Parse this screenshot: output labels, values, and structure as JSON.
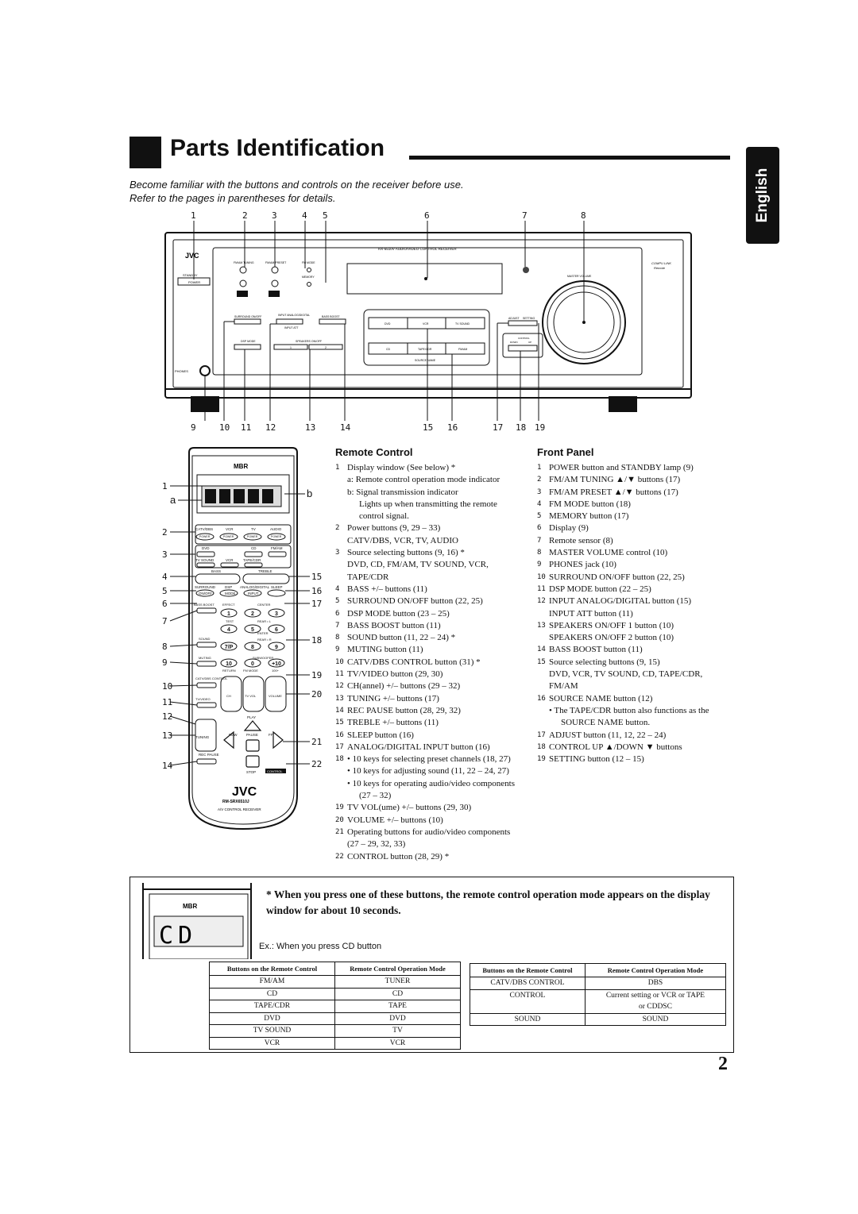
{
  "header": {
    "title": "Parts Identification",
    "intro_line1": "Become familiar with the buttons and controls on the receiver before use.",
    "intro_line2": "Refer to the pages in parentheses for details.",
    "language_tab": "English"
  },
  "front_panel_figure": {
    "top_callouts": [
      "1",
      "2",
      "3",
      "4",
      "5",
      "6",
      "7",
      "8"
    ],
    "bottom_callouts": [
      "9",
      "10",
      "11",
      "12",
      "13",
      "14",
      "15",
      "16",
      "17",
      "18",
      "19"
    ],
    "brand": "JVC",
    "model": "RX-6510V  AUDIO/VIDEO CONTROL RECEIVER",
    "standby": "STANDBY",
    "power": "POWER",
    "phones": "PHONES",
    "fm_am_tuning": "FM/AM TUNING",
    "fm_am_preset": "FM/AM PRESET",
    "fm_mode": "FM MODE",
    "memory": "MEMORY",
    "surround_onoff": "SURROUND ON/OFF",
    "input_analog_digital": "INPUT ANALOG/DIGITAL",
    "input_att": "INPUT ATT",
    "bass_boost": "BASS BOOST",
    "dsp_mode": "DSP MODE",
    "speakers_onoff": "SPEAKERS ON/OFF",
    "spk1": "1",
    "spk2": "2",
    "src_dvd": "DVD",
    "src_vcr": "VCR",
    "src_tvsound": "TV SOUND",
    "src_cd": "CD",
    "src_tapecdr": "TAPE/CDR",
    "src_fmam": "FM/AM",
    "source_name": "SOURCE NAME",
    "adjust": "ADJUST",
    "setting": "SETTING",
    "control": "CONTROL",
    "down": "DOWN",
    "up": "UP",
    "master_volume": "MASTER VOLUME",
    "compu_link": "COMPU LINK",
    "remote": "Remote"
  },
  "remote_figure": {
    "left_callouts": [
      "1",
      "a",
      "2",
      "3",
      "4",
      "5",
      "6",
      "7",
      "8",
      "9",
      "10",
      "11",
      "12",
      "13",
      "14"
    ],
    "right_callouts": [
      "b",
      "15",
      "16",
      "17",
      "18",
      "19",
      "20",
      "21",
      "22"
    ],
    "brand": "JVC",
    "model": "RM-SRX6510J",
    "subtitle": "A/V CONTROL RECEIVER",
    "top_logo": "MBR",
    "row_power_labels": [
      "CATV/DBS",
      "VCR",
      "TV",
      "AUDIO"
    ],
    "power": "POWER",
    "row_src1": [
      "DVD",
      "CD",
      "FM/AM"
    ],
    "row_src2": [
      "TV SOUND",
      "VCR",
      "TAPE/CDR"
    ],
    "bass": "BASS",
    "treble": "TREBLE",
    "row_mode": [
      "SURROUND",
      "DSP",
      "ANALOG/DIGITAL",
      "SLEEP"
    ],
    "row_mode2": [
      "ON/OFF",
      "MODE",
      "INPUT"
    ],
    "bass_boost": "BASS BOOST",
    "effect": "EFFECT",
    "center": "CENTER",
    "test": "TEST",
    "rear_l": "REAR • L",
    "rear_r": "REAR • R",
    "enter": "ENTER",
    "sound": "SOUND",
    "subwoofer": "SUBWOOFER",
    "muting": "MUTING",
    "return": "RETURN",
    "fm_mode": "FM MODE",
    "p100": "100+",
    "catv_dbs_control": "CATV/DBS CONTROL",
    "tv_video": "TV/VIDEO",
    "ch": "CH",
    "tv_vol": "TV VOL",
    "volume": "VOLUME",
    "play": "PLAY",
    "tuning": "TUNING",
    "rew": "REW",
    "pause": "PAUSE",
    "ff": "FF/",
    "rec_pause": "REC PAUSE",
    "stop": "STOP",
    "control_btn": "CONTROL",
    "k1": "1",
    "k2": "2",
    "k3": "3",
    "k4": "4",
    "k5": "5",
    "k6": "6",
    "k7": "7/P",
    "k8": "8",
    "k9": "9",
    "k10": "10",
    "k0": "0",
    "k11": "+10"
  },
  "remote_control": {
    "heading": "Remote Control",
    "items": [
      {
        "n": "1",
        "t": "Display window (See below) *"
      },
      {
        "indent": "a: Remote control operation mode indicator"
      },
      {
        "indent": "b: Signal transmission indicator"
      },
      {
        "bul2": "Lights up when transmitting the remote"
      },
      {
        "bul2": "control signal."
      },
      {
        "n": "2",
        "t": "Power buttons (9, 29 – 33)"
      },
      {
        "indent": "CATV/DBS, VCR, TV, AUDIO"
      },
      {
        "n": "3",
        "t": "Source selecting buttons (9, 16) *"
      },
      {
        "indent": "DVD, CD, FM/AM, TV SOUND, VCR,"
      },
      {
        "indent": "TAPE/CDR"
      },
      {
        "n": "4",
        "t": "BASS +/– buttons (11)"
      },
      {
        "n": "5",
        "t": "SURROUND ON/OFF button (22, 25)"
      },
      {
        "n": "6",
        "t": "DSP MODE button (23 – 25)"
      },
      {
        "n": "7",
        "t": "BASS BOOST button (11)"
      },
      {
        "n": "8",
        "t": "SOUND button (11, 22 – 24) *"
      },
      {
        "n": "9",
        "t": "MUTING button (11)"
      },
      {
        "n": "10",
        "t": "CATV/DBS CONTROL button (31) *"
      },
      {
        "n": "11",
        "t": "TV/VIDEO button (29, 30)"
      },
      {
        "n": "12",
        "t": "CH(annel) +/– buttons (29 – 32)"
      },
      {
        "n": "13",
        "t": "TUNING +/– buttons (17)"
      },
      {
        "n": "14",
        "t": "REC PAUSE button (28, 29, 32)"
      },
      {
        "n": "15",
        "t": "TREBLE +/– buttons (11)"
      },
      {
        "n": "16",
        "t": "SLEEP button (16)"
      },
      {
        "n": "17",
        "t": "ANALOG/DIGITAL INPUT button (16)"
      },
      {
        "n": "18",
        "t": "•  10 keys for selecting preset channels (18, 27)"
      },
      {
        "bul": "•  10 keys for adjusting sound (11, 22 – 24, 27)"
      },
      {
        "bul": "•  10 keys for operating audio/video components"
      },
      {
        "bul2": "(27 – 32)"
      },
      {
        "n": "19",
        "t": "TV VOL(ume) +/– buttons (29, 30)"
      },
      {
        "n": "20",
        "t": "VOLUME +/– buttons (10)"
      },
      {
        "n": "21",
        "t": "Operating buttons for audio/video components"
      },
      {
        "indent": "(27 – 29, 32, 33)"
      },
      {
        "n": "22",
        "t": "CONTROL button (28, 29) *"
      }
    ]
  },
  "front_panel": {
    "heading": "Front Panel",
    "items": [
      {
        "n": "1",
        "t": "POWER button and STANDBY lamp (9)"
      },
      {
        "n": "2",
        "t": "FM/AM TUNING ▲/▼ buttons (17)"
      },
      {
        "n": "3",
        "t": "FM/AM PRESET ▲/▼ buttons (17)"
      },
      {
        "n": "4",
        "t": "FM MODE button (18)"
      },
      {
        "n": "5",
        "t": "MEMORY button (17)"
      },
      {
        "n": "6",
        "t": "Display (9)"
      },
      {
        "n": "7",
        "t": "Remote sensor (8)"
      },
      {
        "n": "8",
        "t": "MASTER VOLUME control (10)"
      },
      {
        "n": "9",
        "t": "PHONES jack (10)"
      },
      {
        "n": "10",
        "t": "SURROUND ON/OFF button (22, 25)"
      },
      {
        "n": "11",
        "t": "DSP MODE button (22 – 25)"
      },
      {
        "n": "12",
        "t": "INPUT ANALOG/DIGITAL button (15)"
      },
      {
        "indent": "INPUT ATT button (11)"
      },
      {
        "n": "13",
        "t": "SPEAKERS ON/OFF 1 button (10)"
      },
      {
        "indent": "SPEAKERS ON/OFF 2 button (10)"
      },
      {
        "n": "14",
        "t": "BASS BOOST button (11)"
      },
      {
        "n": "15",
        "t": "Source selecting buttons (9, 15)"
      },
      {
        "indent": "DVD, VCR, TV SOUND, CD, TAPE/CDR,"
      },
      {
        "indent": "FM/AM"
      },
      {
        "n": "16",
        "t": "SOURCE NAME button (12)"
      },
      {
        "bul": "•  The TAPE/CDR button also functions as the"
      },
      {
        "bul2": "SOURCE NAME button."
      },
      {
        "n": "17",
        "t": "ADJUST button (11, 12, 22 – 24)"
      },
      {
        "n": "18",
        "t": "CONTROL UP ▲/DOWN ▼ buttons"
      },
      {
        "n": "19",
        "t": "SETTING button (12 – 15)"
      }
    ]
  },
  "note": {
    "text": "*  When you press one of these buttons, the remote control operation mode appears on the display window for about 10 seconds.",
    "example": "Ex.: When you press CD button",
    "display_text": "CD"
  },
  "table_left": {
    "headers": [
      "Buttons on the Remote Control",
      "Remote Control Operation Mode"
    ],
    "rows": [
      [
        "FM/AM",
        "TUNER"
      ],
      [
        "CD",
        "CD"
      ],
      [
        "TAPE/CDR",
        "TAPE"
      ],
      [
        "DVD",
        "DVD"
      ],
      [
        "TV SOUND",
        "TV"
      ],
      [
        "VCR",
        "VCR"
      ]
    ]
  },
  "table_right": {
    "headers": [
      "Buttons on the Remote Control",
      "Remote Control Operation Mode"
    ],
    "rows": [
      [
        "CATV/DBS CONTROL",
        "DBS"
      ],
      [
        "CONTROL",
        "Current setting or VCR or TAPE"
      ],
      [
        "",
        "or CDDSC"
      ],
      [
        "SOUND",
        "SOUND"
      ]
    ]
  },
  "page_number": "2"
}
